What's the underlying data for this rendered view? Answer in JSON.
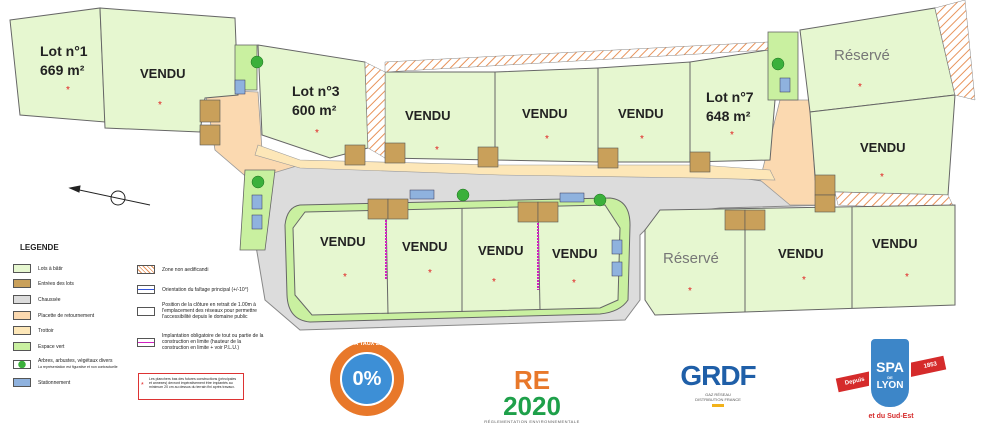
{
  "lots": [
    {
      "name": "Lot n°1",
      "area": "669 m²"
    },
    {
      "status": "VENDU"
    },
    {
      "name": "Lot n°3",
      "area": "600 m²"
    },
    {
      "status": "VENDU"
    },
    {
      "status": "VENDU"
    },
    {
      "status": "VENDU"
    },
    {
      "name": "Lot n°7",
      "area": "648 m²"
    },
    {
      "status": "Réservé"
    },
    {
      "status": "VENDU"
    },
    {
      "status": "VENDU"
    },
    {
      "status": "VENDU"
    },
    {
      "status": "VENDU"
    },
    {
      "status": "VENDU"
    },
    {
      "status": "Réservé"
    },
    {
      "status": "VENDU"
    },
    {
      "status": "VENDU"
    }
  ],
  "colors": {
    "lot": "#e6f7d0",
    "green": "#c9f0a0",
    "road": "#dcdcdc",
    "placette": "#fbd9b0",
    "trottoir": "#fde7b8",
    "parking": "#8fb2de",
    "hatch": "#e8935a",
    "garage": "#c9a05a"
  },
  "legend": {
    "title": "LEGENDE",
    "items": [
      {
        "label": "Lots à bâtir",
        "color": "#e6f7d0"
      },
      {
        "label": "Entrées des lots",
        "color": "#c9a05a"
      },
      {
        "label": "Chaussée",
        "color": "#dcdcdc"
      },
      {
        "label": "Placette de retournement",
        "color": "#fbd9b0"
      },
      {
        "label": "Trottoir",
        "color": "#fde7b8"
      },
      {
        "label": "Espace vert",
        "color": "#c9f0a0"
      },
      {
        "label": "Arbres, arbustes, végétaux divers",
        "sub": "La représentation est figurative et non contractuelle",
        "color": "#fff"
      },
      {
        "label": "Stationnement",
        "color": "#8fb2de"
      }
    ],
    "items2": [
      {
        "label": "Zone non aedificandi"
      },
      {
        "label": "Orientation du faîtage principal (+/-10°)"
      },
      {
        "label": "Position de la clôture en retrait de 1.00m à l'emplacement des réseaux pour permettre l'accessibilité depuis le domaine public"
      },
      {
        "label": "Implantation obligatoire de tout ou partie de la construction en limite (hauteur de la construction en limite + voir P.L.U.)"
      }
    ],
    "note": "Les planchers bas des futures constructions (principales et annexes) devront impérativement être implantés au minimum 20 cm au dessus du terrain fini après travaux."
  },
  "logos": {
    "ptz": {
      "arc": "PRÊT À TAUX ZÉRO +",
      "value": "0%"
    },
    "re2020": {
      "re": "RE",
      "year": "2020",
      "sub": "RÉGLEMENTATION ENVIRONNEMENTALE"
    },
    "grdf": {
      "name": "GRDF",
      "sub": "GAZ RÉSEAU DISTRIBUTION FRANCE"
    },
    "spa": {
      "name": "SPA",
      "sub": "LYON",
      "de": "DE",
      "since": "Depuis",
      "year": "1853",
      "region": "et du Sud-Est"
    }
  }
}
